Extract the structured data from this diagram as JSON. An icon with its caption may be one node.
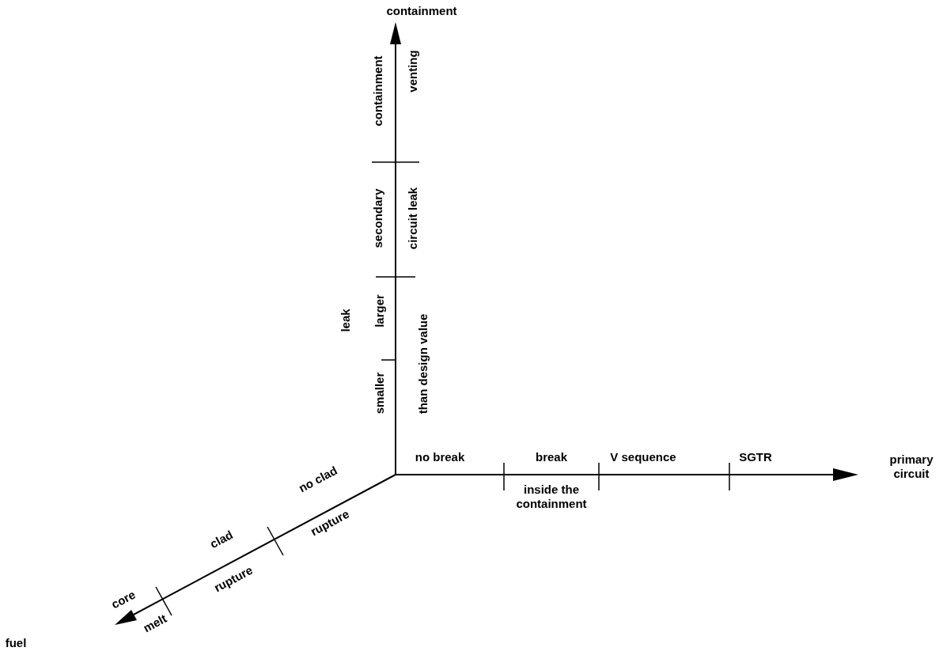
{
  "diagram": {
    "labels": [
      "containment",
      "containment",
      "venting",
      "secondary",
      "circuit leak",
      "leak",
      "larger",
      "than design value",
      "smaller",
      "no break",
      "break",
      "V sequence",
      "SGTR",
      "primary circuit",
      "no clad",
      "inside the containment",
      "clad",
      "rupture",
      "rupture",
      "core",
      "melt",
      "fuel"
    ]
  }
}
